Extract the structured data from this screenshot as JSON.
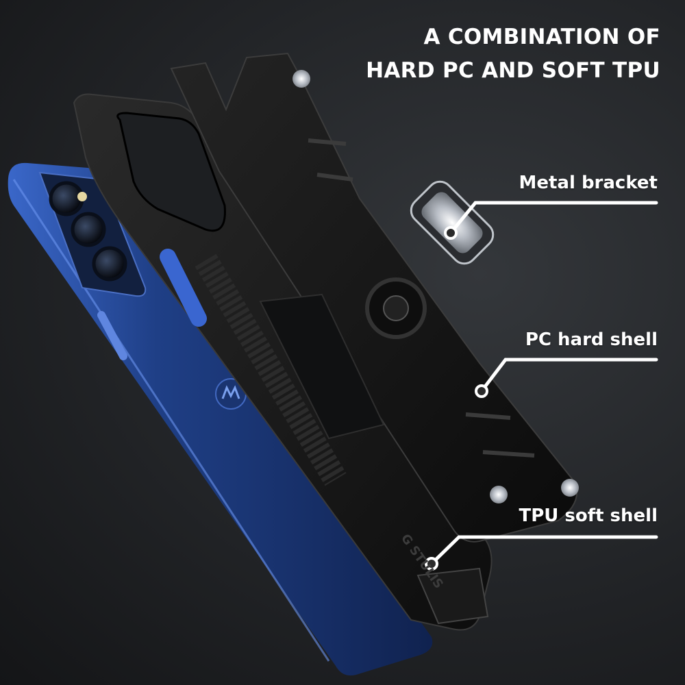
{
  "headline": {
    "line1": "A COMBINATION OF",
    "line2": "HARD PC AND SOFT TPU"
  },
  "callouts": {
    "metal_bracket": "Metal bracket",
    "pc_hard_shell": "PC hard shell",
    "tpu_soft_shell": "TPU soft shell"
  },
  "case_engraving": "G STULIS",
  "colors": {
    "background": "#222427",
    "phone_blue": "#1f3f86",
    "case_black": "#141414",
    "callout_white": "#ffffff"
  }
}
